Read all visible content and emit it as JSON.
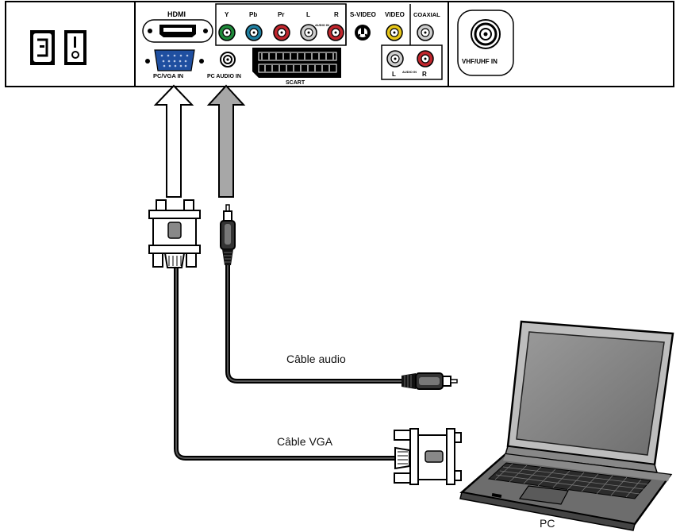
{
  "panel": {
    "hdmi": "HDMI",
    "y": "Y",
    "pb": "Pb",
    "pr": "Pr",
    "l": "L",
    "audio_in_small": "AUDIO IN",
    "r": "R",
    "svideo": "S-VIDEO",
    "video": "VIDEO",
    "coaxial": "COAXIAL",
    "vhf": "VHF/UHF IN",
    "pcvga": "PC/VGA IN",
    "pcaudio": "PC AUDIO IN",
    "scart": "SCART",
    "l2": "L",
    "audio_in_small2": "AUDIO IN",
    "r2": "R"
  },
  "labels": {
    "audio_cable": "Câble audio",
    "vga_cable": "Câble VGA",
    "pc": "PC"
  },
  "colors": {
    "green": "#1f8a3a",
    "blue": "#1f7fa0",
    "red": "#c0262d",
    "white": "#e8e8e8",
    "yellow": "#e6c619",
    "vga_blue": "#1f4fa0",
    "arrow_gray": "#a7a7a7"
  }
}
